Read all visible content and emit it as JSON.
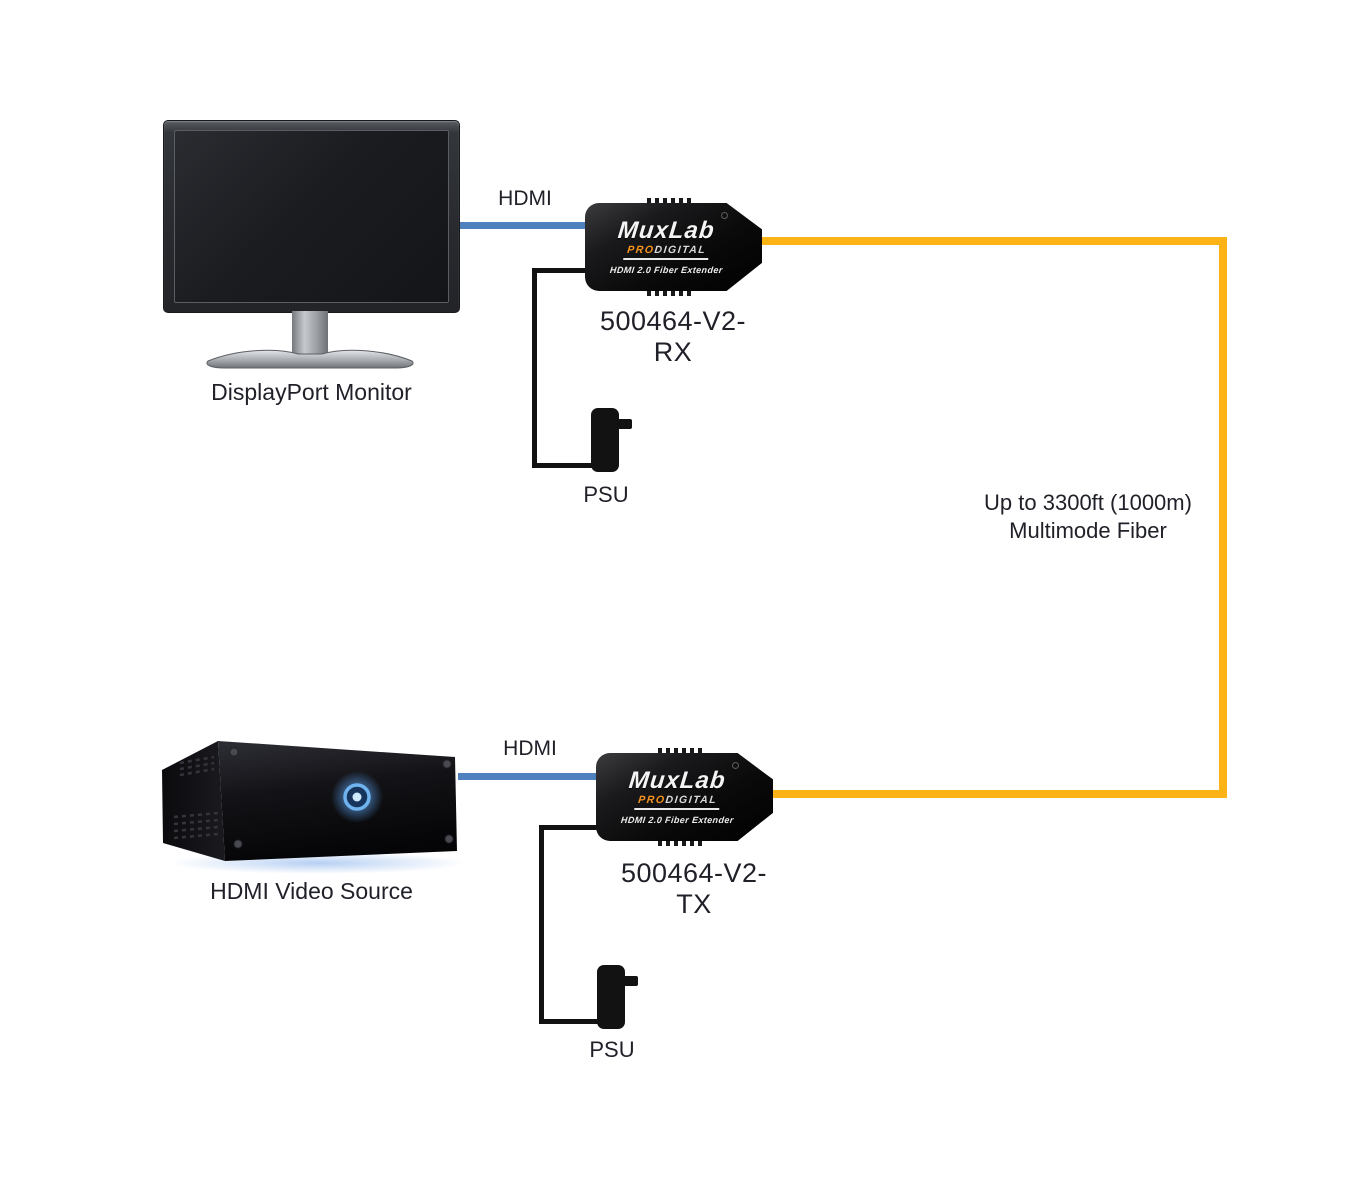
{
  "diagram": {
    "monitor": {
      "label": "DisplayPort Monitor"
    },
    "video_source": {
      "label": "HDMI Video Source"
    },
    "hdmi_cable_top": {
      "label": "HDMI"
    },
    "hdmi_cable_bottom": {
      "label": "HDMI"
    },
    "extender_rx": {
      "brand": "MuxLab",
      "brand_pro": "PRO",
      "brand_digital": "DIGITAL",
      "subtitle": "HDMI 2.0 Fiber Extender",
      "model": "500464-V2-RX"
    },
    "extender_tx": {
      "brand": "MuxLab",
      "brand_pro": "PRO",
      "brand_digital": "DIGITAL",
      "subtitle": "HDMI 2.0 Fiber Extender",
      "model": "500464-V2-TX"
    },
    "psu_top": {
      "label": "PSU"
    },
    "psu_bottom": {
      "label": "PSU"
    },
    "fiber": {
      "note_line1": "Up to 3300ft (1000m)",
      "note_line2": "Multimode Fiber"
    },
    "colors": {
      "hdmi_cable": "#4E81BD",
      "fiber_cable": "#FCB316",
      "power_cable": "#121212",
      "label_text": "#1F2028",
      "brand_pro_orange": "#F7941D"
    }
  }
}
